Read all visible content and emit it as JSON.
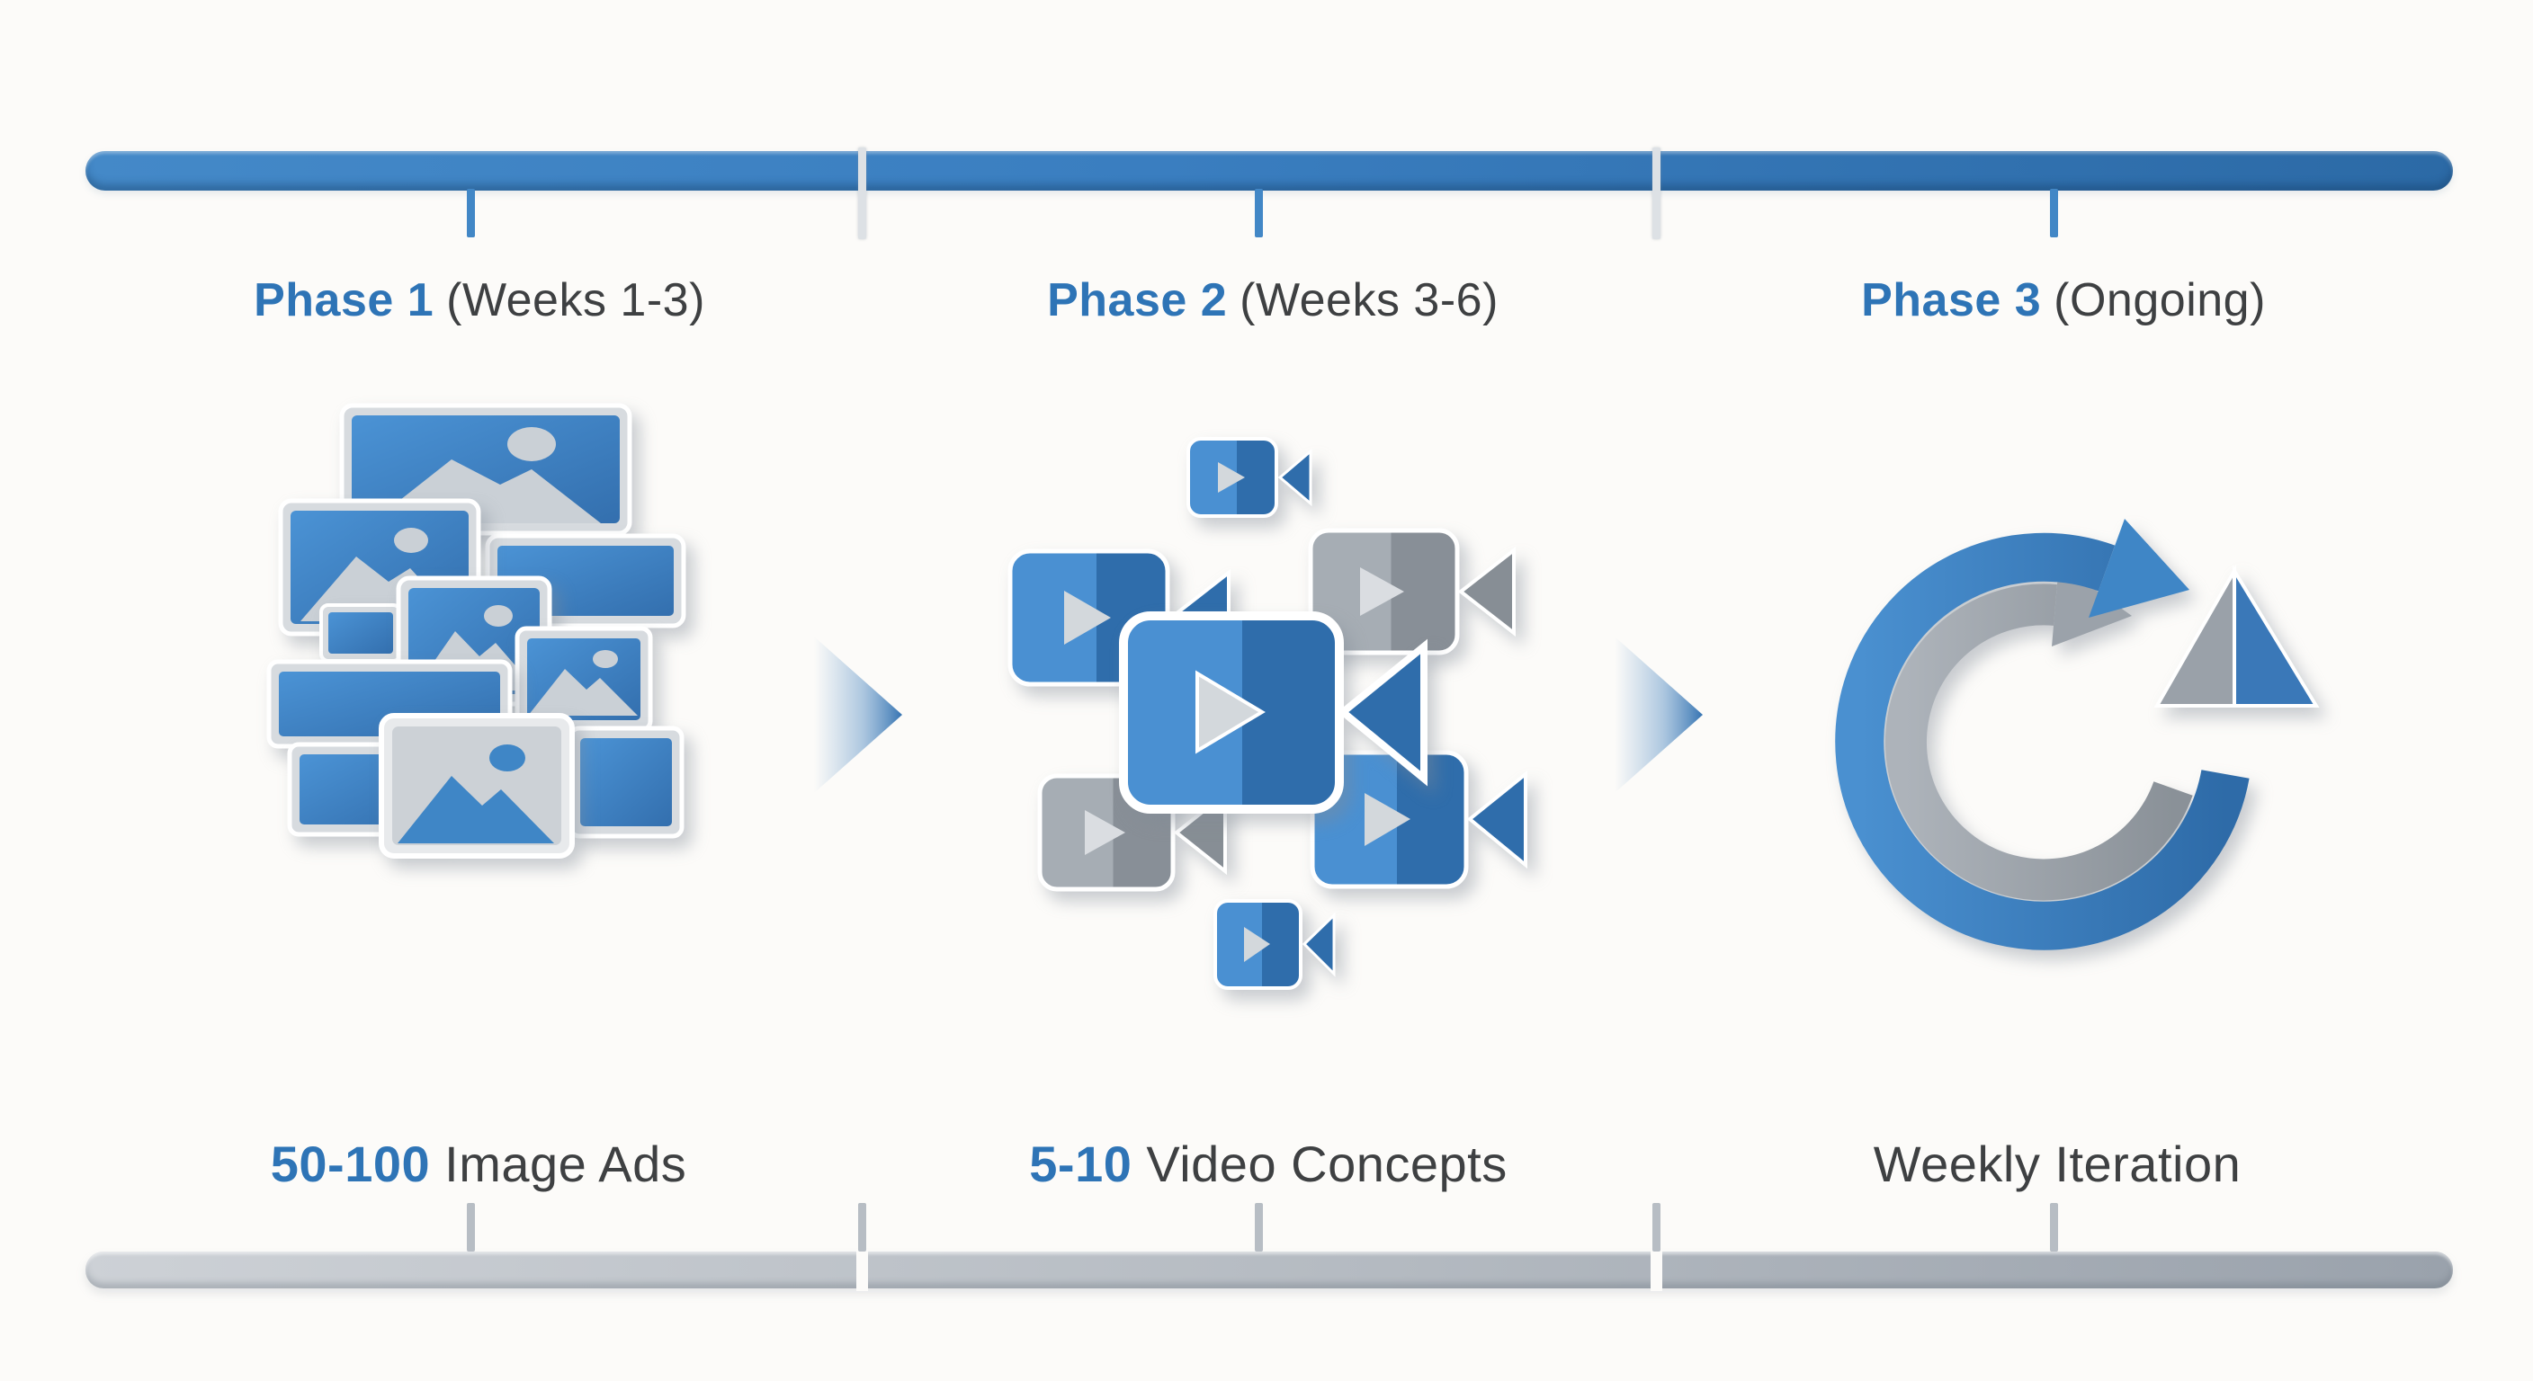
{
  "timeline": {
    "phases": [
      {
        "name": "Phase 1",
        "range": "(Weeks 1-3)"
      },
      {
        "name": "Phase 2",
        "range": "(Weeks 3-6)"
      },
      {
        "name": "Phase 3",
        "range": "(Ongoing)"
      }
    ]
  },
  "deliverables": [
    {
      "quantity": "50-100",
      "label": "Image Ads"
    },
    {
      "quantity": "5-10",
      "label": "Video Concepts"
    },
    {
      "quantity": "",
      "label": "Weekly Iteration"
    }
  ],
  "icons": {
    "phase1": "image-ads-stack-icon",
    "phase2": "video-cameras-cluster-icon",
    "phase3": "refresh-cycle-icon",
    "between": "flow-arrow-icon"
  },
  "colors": {
    "accent_blue": "#2e74b6",
    "dark_text": "#3e4042",
    "bar_blue_start": "#4489c8",
    "bar_blue_end": "#2c6aa6",
    "bar_gray_start": "#cdd1d6",
    "bar_gray_end": "#9aa2ac",
    "icon_blue_light": "#4a90d2",
    "icon_blue_dark": "#2f6dab",
    "icon_gray_light": "#a6adb4",
    "icon_gray_dark": "#888f97",
    "background": "#fcfbf9"
  }
}
